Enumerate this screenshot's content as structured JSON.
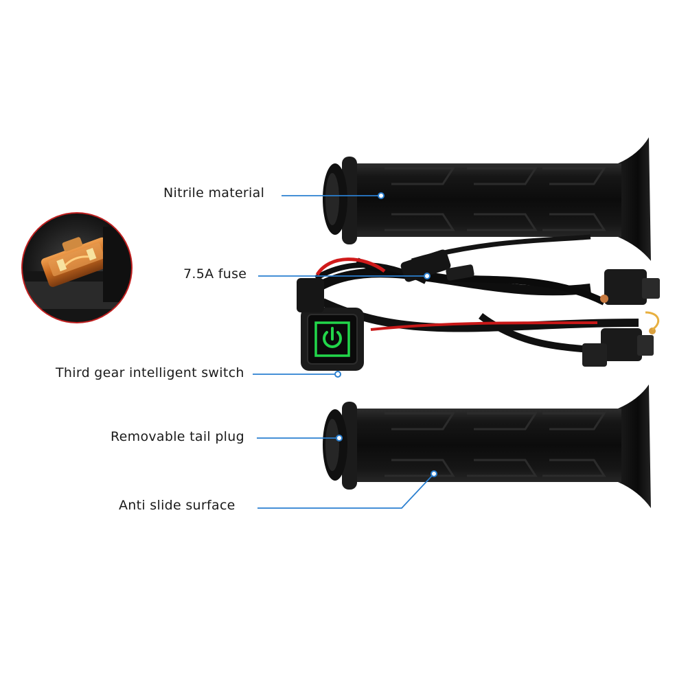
{
  "product": {
    "colors": {
      "grip_rubber": "#131313",
      "callout_line": "#2a7fd0",
      "power_led": "#22d64a",
      "fuse_amber": "#d98030",
      "red_wire": "#d01a1a",
      "inset_ring": "#c02020"
    }
  },
  "callouts": [
    {
      "label": "Nitrile material"
    },
    {
      "label": "7.5A fuse"
    },
    {
      "label": "Third gear intelligent switch"
    },
    {
      "label": "Removable tail plug"
    },
    {
      "label": "Anti slide surface"
    }
  ]
}
